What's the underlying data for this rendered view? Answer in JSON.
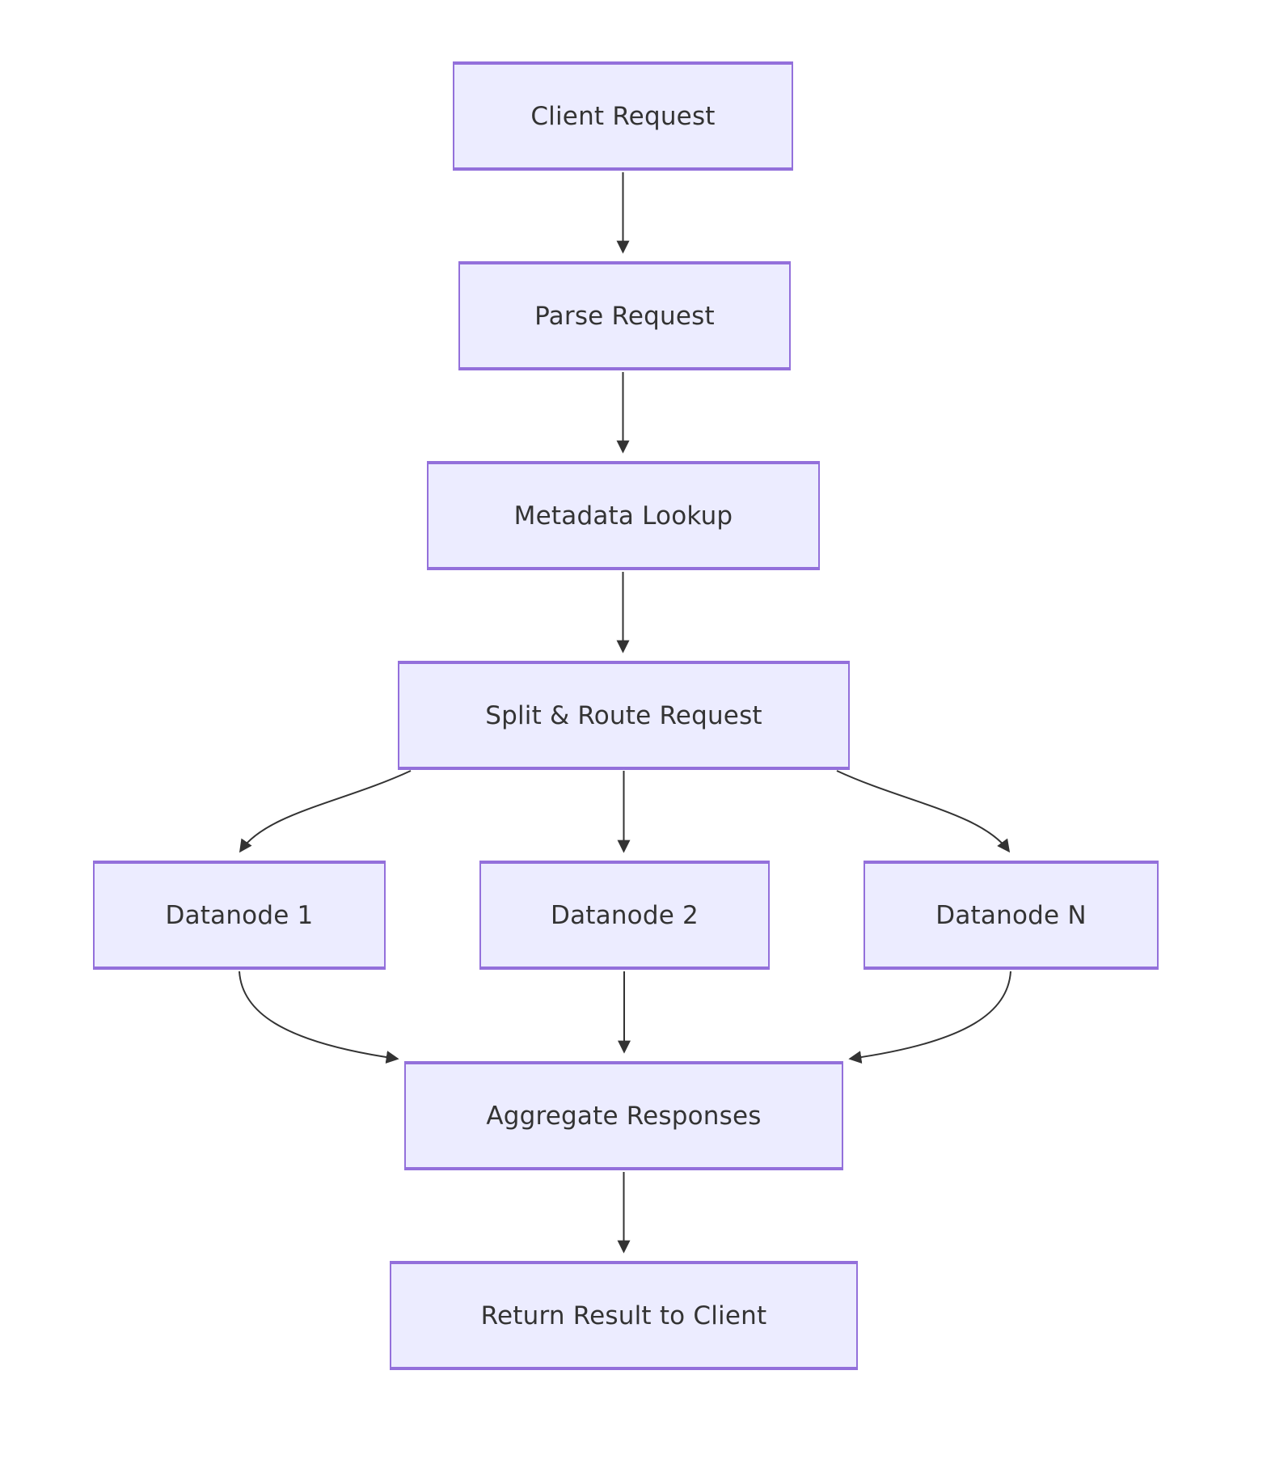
{
  "diagram": {
    "type": "flowchart",
    "direction": "top-down",
    "nodes": [
      {
        "id": "client",
        "label": "Client Request"
      },
      {
        "id": "parse",
        "label": "Parse Request"
      },
      {
        "id": "metadata",
        "label": "Metadata Lookup"
      },
      {
        "id": "split",
        "label": "Split & Route Request"
      },
      {
        "id": "datanode1",
        "label": "Datanode 1"
      },
      {
        "id": "datanode2",
        "label": "Datanode 2"
      },
      {
        "id": "datanodeN",
        "label": "Datanode N"
      },
      {
        "id": "aggregate",
        "label": "Aggregate Responses"
      },
      {
        "id": "return",
        "label": "Return Result to Client"
      }
    ],
    "edges": [
      {
        "from": "client",
        "to": "parse"
      },
      {
        "from": "parse",
        "to": "metadata"
      },
      {
        "from": "metadata",
        "to": "split"
      },
      {
        "from": "split",
        "to": "datanode1"
      },
      {
        "from": "split",
        "to": "datanode2"
      },
      {
        "from": "split",
        "to": "datanodeN"
      },
      {
        "from": "datanode1",
        "to": "aggregate"
      },
      {
        "from": "datanode2",
        "to": "aggregate"
      },
      {
        "from": "datanodeN",
        "to": "aggregate"
      },
      {
        "from": "aggregate",
        "to": "return"
      }
    ],
    "colors": {
      "node_fill": "#ECECFF",
      "node_border": "#9370DB",
      "edge": "#333333",
      "text": "#333333",
      "background": "#FFFFFF"
    }
  }
}
